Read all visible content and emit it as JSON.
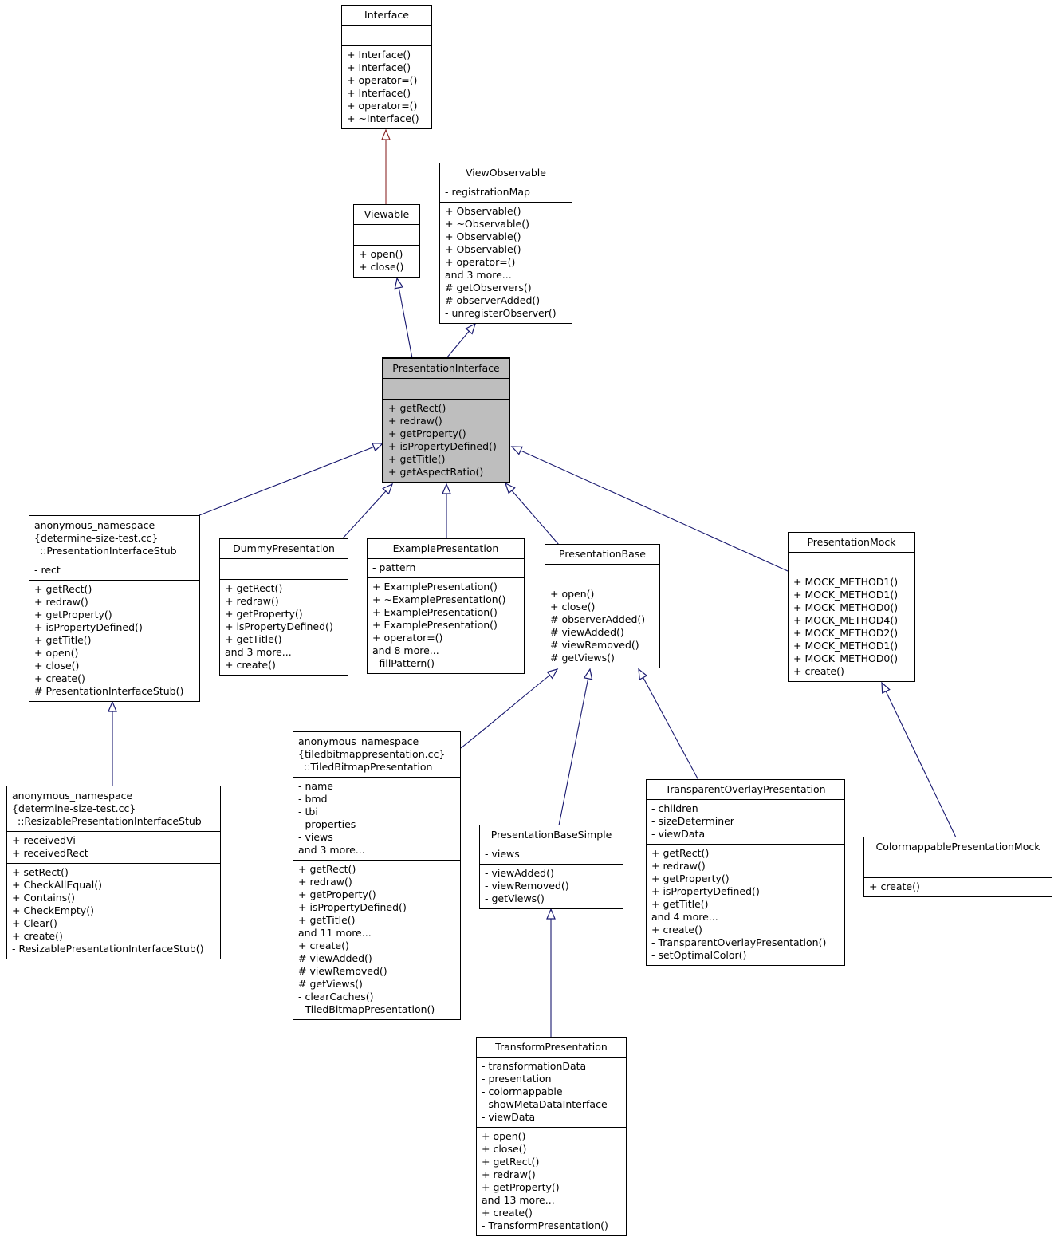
{
  "diagram": {
    "colors": {
      "arrow_blue": "#191970",
      "arrow_red": "#8b2a2a",
      "node_border": "#000000",
      "node_fill": "#ffffff",
      "highlight_fill": "#bebebe",
      "text": "#000000",
      "background": "#ffffff"
    },
    "classes": [
      {
        "id": "interface",
        "title_lines": [
          "Interface"
        ],
        "attributes": [],
        "methods": [
          "+ Interface()",
          "+ Interface()",
          "+ operator=()",
          "+ Interface()",
          "+ operator=()",
          "+ ~Interface()"
        ],
        "highlighted": false
      },
      {
        "id": "viewable",
        "title_lines": [
          "Viewable"
        ],
        "attributes": [],
        "methods": [
          "+ open()",
          "+ close()"
        ],
        "highlighted": false
      },
      {
        "id": "view_observable",
        "title_lines": [
          "ViewObservable"
        ],
        "attributes": [
          "- registrationMap"
        ],
        "methods": [
          "+ Observable()",
          "+ ~Observable()",
          "+ Observable()",
          "+ Observable()",
          "+ operator=()",
          "and 3 more...",
          "# getObservers()",
          "# observerAdded()",
          "- unregisterObserver()"
        ],
        "highlighted": false
      },
      {
        "id": "presentation_interface",
        "title_lines": [
          "PresentationInterface"
        ],
        "attributes": [],
        "methods": [
          "+ getRect()",
          "+ redraw()",
          "+ getProperty()",
          "+ isPropertyDefined()",
          "+ getTitle()",
          "+ getAspectRatio()"
        ],
        "highlighted": true
      },
      {
        "id": "presentation_interface_stub",
        "title_lines": [
          "anonymous_namespace",
          "{determine-size-test.cc}",
          "::PresentationInterfaceStub"
        ],
        "attributes": [
          "- rect"
        ],
        "methods": [
          "+ getRect()",
          "+ redraw()",
          "+ getProperty()",
          "+ isPropertyDefined()",
          "+ getTitle()",
          "+ open()",
          "+ close()",
          "+ create()",
          "# PresentationInterfaceStub()"
        ],
        "highlighted": false
      },
      {
        "id": "dummy_presentation",
        "title_lines": [
          "DummyPresentation"
        ],
        "attributes": [],
        "methods": [
          "+ getRect()",
          "+ redraw()",
          "+ getProperty()",
          "+ isPropertyDefined()",
          "+ getTitle()",
          "and 3 more...",
          "+ create()"
        ],
        "highlighted": false
      },
      {
        "id": "example_presentation",
        "title_lines": [
          "ExamplePresentation"
        ],
        "attributes": [
          "- pattern"
        ],
        "methods": [
          "+ ExamplePresentation()",
          "+ ~ExamplePresentation()",
          "+ ExamplePresentation()",
          "+ ExamplePresentation()",
          "+ operator=()",
          "and 8 more...",
          "- fillPattern()"
        ],
        "highlighted": false
      },
      {
        "id": "presentation_base",
        "title_lines": [
          "PresentationBase"
        ],
        "attributes": [],
        "methods": [
          "+ open()",
          "+ close()",
          "# observerAdded()",
          "# viewAdded()",
          "# viewRemoved()",
          "# getViews()"
        ],
        "highlighted": false
      },
      {
        "id": "presentation_mock",
        "title_lines": [
          "PresentationMock"
        ],
        "attributes": [],
        "methods": [
          "+ MOCK_METHOD1()",
          "+ MOCK_METHOD1()",
          "+ MOCK_METHOD0()",
          "+ MOCK_METHOD4()",
          "+ MOCK_METHOD2()",
          "+ MOCK_METHOD1()",
          "+ MOCK_METHOD0()",
          "+ create()"
        ],
        "highlighted": false
      },
      {
        "id": "resizable_presentation_interface_stub",
        "title_lines": [
          "anonymous_namespace",
          "{determine-size-test.cc}",
          "::ResizablePresentationInterfaceStub"
        ],
        "attributes": [
          "+ receivedVi",
          "+ receivedRect"
        ],
        "methods": [
          "+ setRect()",
          "+ CheckAllEqual()",
          "+ Contains()",
          "+ CheckEmpty()",
          "+ Clear()",
          "+ create()",
          "- ResizablePresentationInterfaceStub()"
        ],
        "highlighted": false
      },
      {
        "id": "tiled_bitmap_presentation",
        "title_lines": [
          "anonymous_namespace",
          "{tiledbitmappresentation.cc}",
          "::TiledBitmapPresentation"
        ],
        "attributes": [
          "- name",
          "- bmd",
          "- tbi",
          "- properties",
          "- views",
          "and 3 more..."
        ],
        "methods": [
          "+ getRect()",
          "+ redraw()",
          "+ getProperty()",
          "+ isPropertyDefined()",
          "+ getTitle()",
          "and 11 more...",
          "+ create()",
          "# viewAdded()",
          "# viewRemoved()",
          "# getViews()",
          "- clearCaches()",
          "- TiledBitmapPresentation()"
        ],
        "highlighted": false
      },
      {
        "id": "presentation_base_simple",
        "title_lines": [
          "PresentationBaseSimple"
        ],
        "attributes": [
          "- views"
        ],
        "methods": [
          "- viewAdded()",
          "- viewRemoved()",
          "- getViews()"
        ],
        "highlighted": false
      },
      {
        "id": "transparent_overlay_presentation",
        "title_lines": [
          "TransparentOverlayPresentation"
        ],
        "attributes": [
          "- children",
          "- sizeDeterminer",
          "- viewData"
        ],
        "methods": [
          "+ getRect()",
          "+ redraw()",
          "+ getProperty()",
          "+ isPropertyDefined()",
          "+ getTitle()",
          "and 4 more...",
          "+ create()",
          "- TransparentOverlayPresentation()",
          "- setOptimalColor()"
        ],
        "highlighted": false
      },
      {
        "id": "colormappable_presentation_mock",
        "title_lines": [
          "ColormappablePresentationMock"
        ],
        "attributes": [],
        "methods": [
          "+ create()"
        ],
        "highlighted": false
      },
      {
        "id": "transform_presentation",
        "title_lines": [
          "TransformPresentation"
        ],
        "attributes": [
          "- transformationData",
          "- presentation",
          "- colormappable",
          "- showMetaDataInterface",
          "- viewData"
        ],
        "methods": [
          "+ open()",
          "+ close()",
          "+ getRect()",
          "+ redraw()",
          "+ getProperty()",
          "and 13 more...",
          "+ create()",
          "- TransformPresentation()"
        ],
        "highlighted": false
      }
    ],
    "relations": [
      {
        "from": "viewable",
        "to": "interface",
        "type": "inheritance",
        "style": "red"
      },
      {
        "from": "presentation_interface",
        "to": "viewable",
        "type": "inheritance",
        "style": "blue"
      },
      {
        "from": "presentation_interface",
        "to": "view_observable",
        "type": "inheritance",
        "style": "blue"
      },
      {
        "from": "presentation_interface_stub",
        "to": "presentation_interface",
        "type": "inheritance",
        "style": "blue"
      },
      {
        "from": "dummy_presentation",
        "to": "presentation_interface",
        "type": "inheritance",
        "style": "blue"
      },
      {
        "from": "example_presentation",
        "to": "presentation_interface",
        "type": "inheritance",
        "style": "blue"
      },
      {
        "from": "presentation_base",
        "to": "presentation_interface",
        "type": "inheritance",
        "style": "blue"
      },
      {
        "from": "presentation_mock",
        "to": "presentation_interface",
        "type": "inheritance",
        "style": "blue"
      },
      {
        "from": "resizable_presentation_interface_stub",
        "to": "presentation_interface_stub",
        "type": "inheritance",
        "style": "blue"
      },
      {
        "from": "tiled_bitmap_presentation",
        "to": "presentation_base",
        "type": "inheritance",
        "style": "blue"
      },
      {
        "from": "presentation_base_simple",
        "to": "presentation_base",
        "type": "inheritance",
        "style": "blue"
      },
      {
        "from": "transparent_overlay_presentation",
        "to": "presentation_base",
        "type": "inheritance",
        "style": "blue"
      },
      {
        "from": "colormappable_presentation_mock",
        "to": "presentation_mock",
        "type": "inheritance",
        "style": "blue"
      },
      {
        "from": "transform_presentation",
        "to": "presentation_base_simple",
        "type": "inheritance",
        "style": "blue"
      }
    ]
  }
}
